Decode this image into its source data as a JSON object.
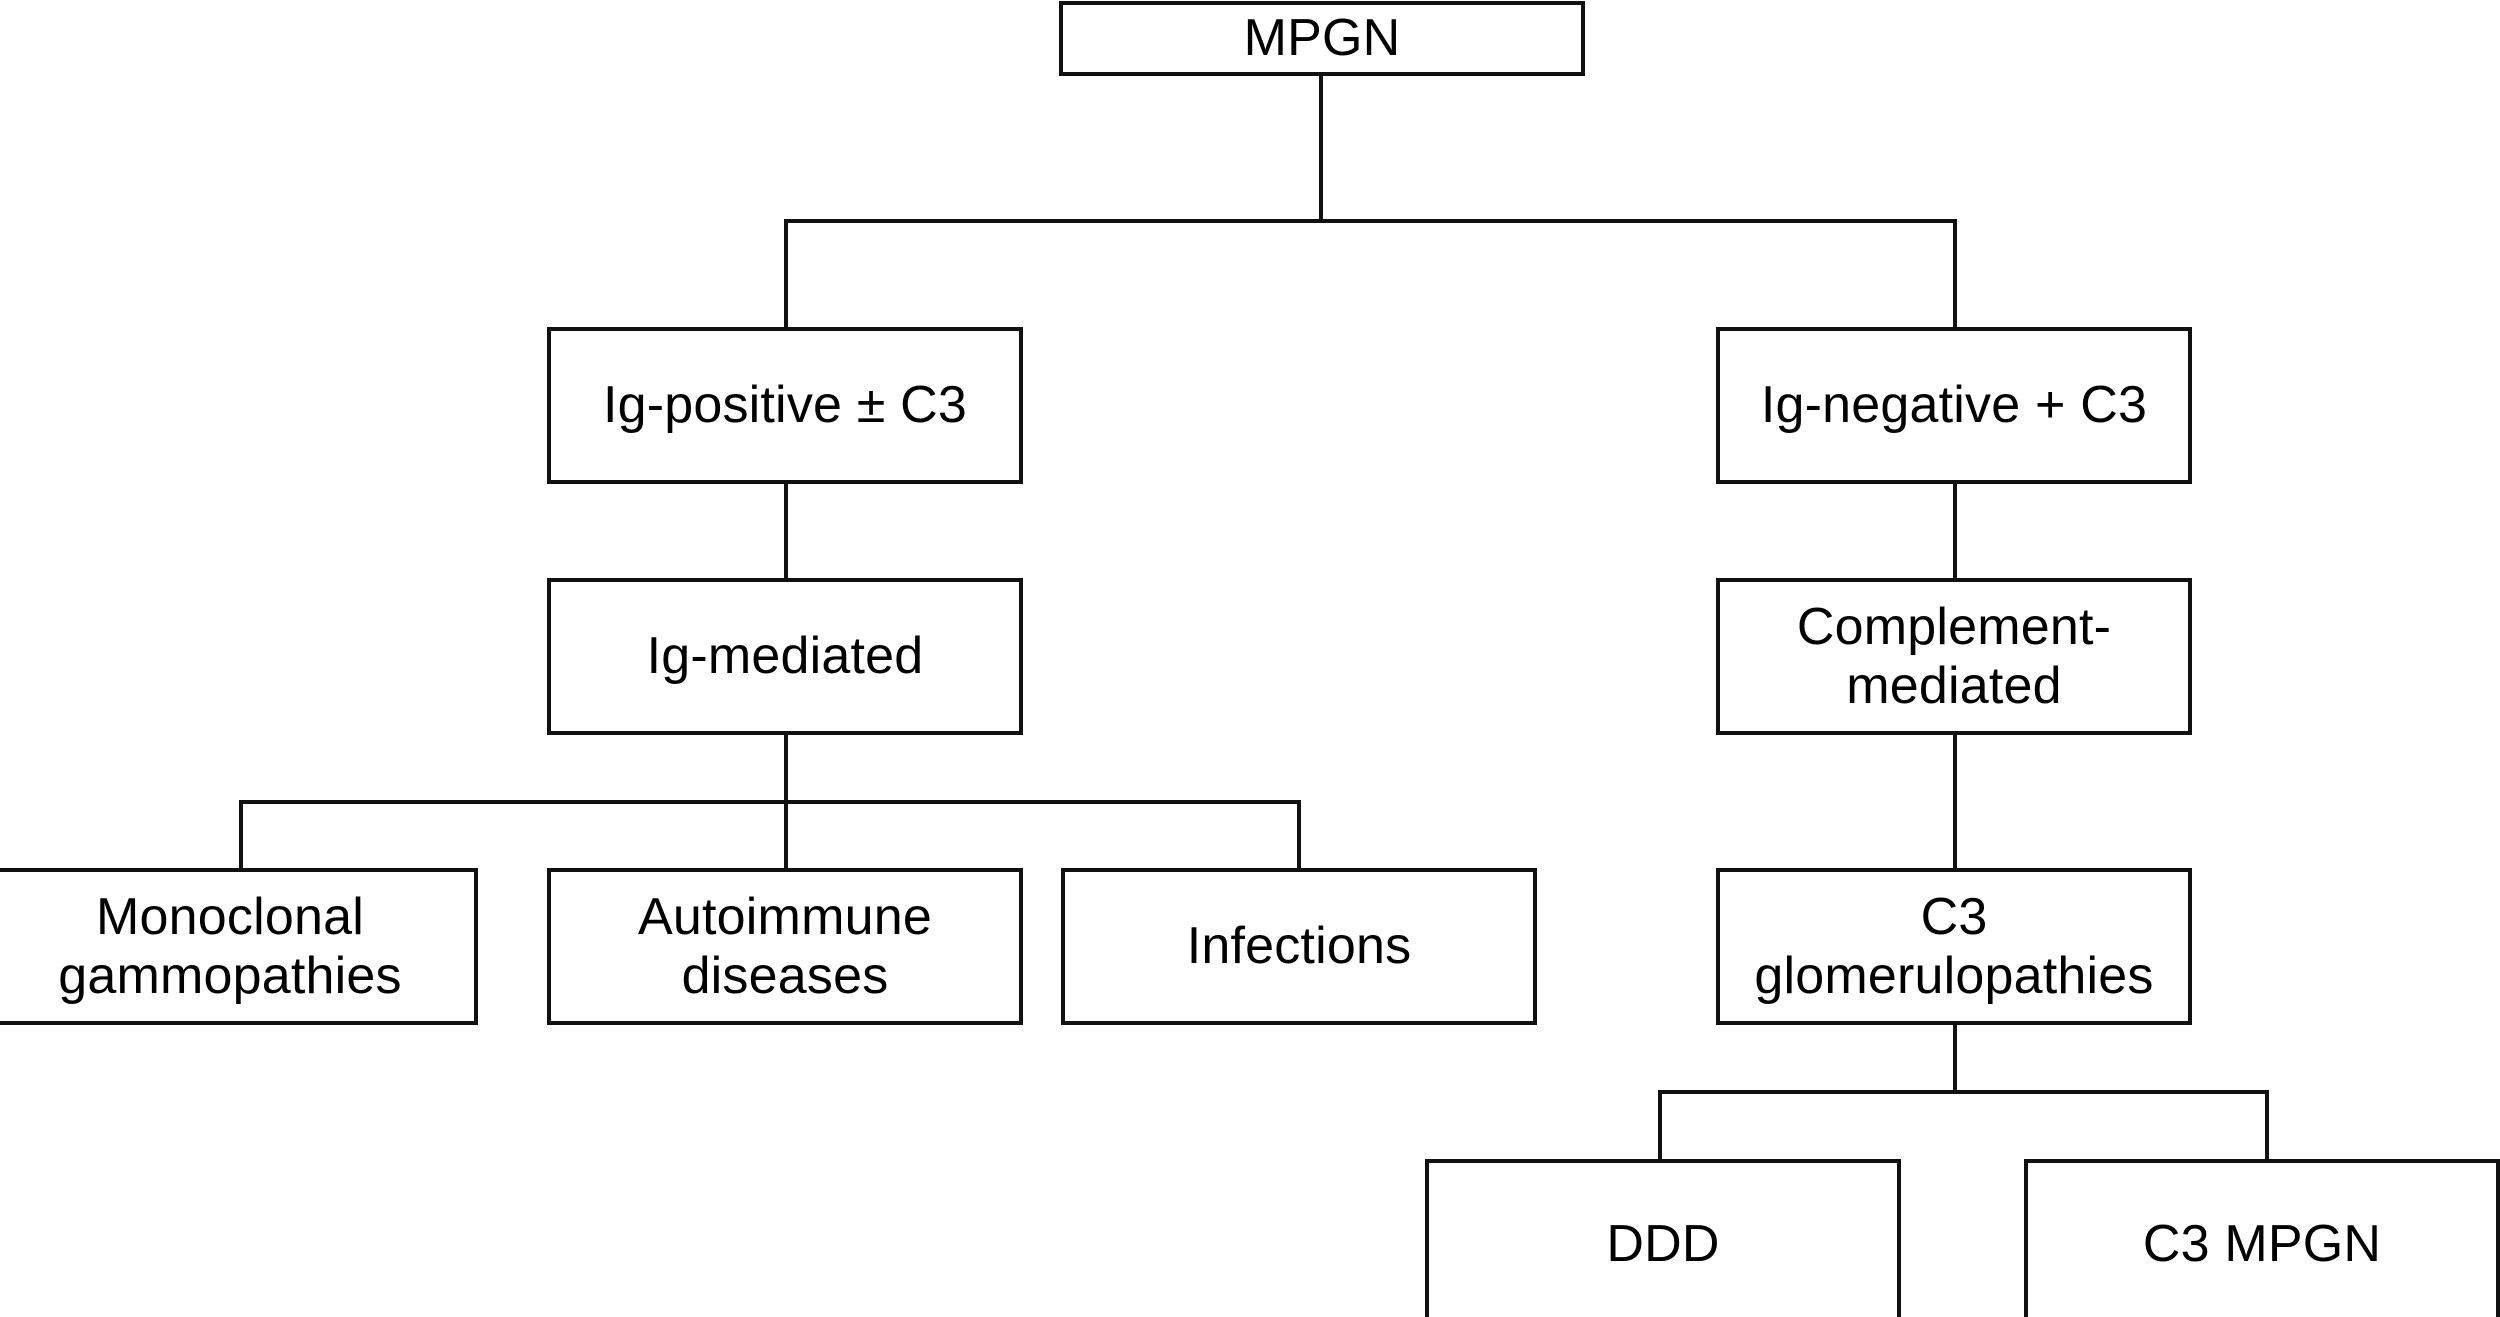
{
  "diagram": {
    "title": "MPGN classification flowchart",
    "type": "flowchart-tree",
    "background_color": "#ffffff",
    "line_color": "#111111",
    "text_color": "#000000",
    "nodes": {
      "mpgn": {
        "label": "MPGN"
      },
      "ig_positive": {
        "label": "Ig-positive ± C3"
      },
      "ig_negative": {
        "label": "Ig-negative + C3"
      },
      "ig_mediated": {
        "label": "Ig-mediated"
      },
      "complement_mediated": {
        "label": "Complement-\nmediated"
      },
      "monoclonal_gammopathies": {
        "label": "Monoclonal\ngammopathies"
      },
      "autoimmune_diseases": {
        "label": "Autoimmune\ndiseases"
      },
      "infections": {
        "label": "Infections"
      },
      "c3_glomerulopathies": {
        "label": "C3\nglomerulopathies"
      },
      "ddd": {
        "label": "DDD"
      },
      "c3_mpgn": {
        "label": "C3 MPGN"
      }
    },
    "edges": [
      {
        "from": "mpgn",
        "to": "ig_positive"
      },
      {
        "from": "mpgn",
        "to": "ig_negative"
      },
      {
        "from": "ig_positive",
        "to": "ig_mediated"
      },
      {
        "from": "ig_negative",
        "to": "complement_mediated"
      },
      {
        "from": "ig_mediated",
        "to": "monoclonal_gammopathies"
      },
      {
        "from": "ig_mediated",
        "to": "autoimmune_diseases"
      },
      {
        "from": "ig_mediated",
        "to": "infections"
      },
      {
        "from": "complement_mediated",
        "to": "c3_glomerulopathies"
      },
      {
        "from": "c3_glomerulopathies",
        "to": "ddd"
      },
      {
        "from": "c3_glomerulopathies",
        "to": "c3_mpgn"
      }
    ]
  }
}
